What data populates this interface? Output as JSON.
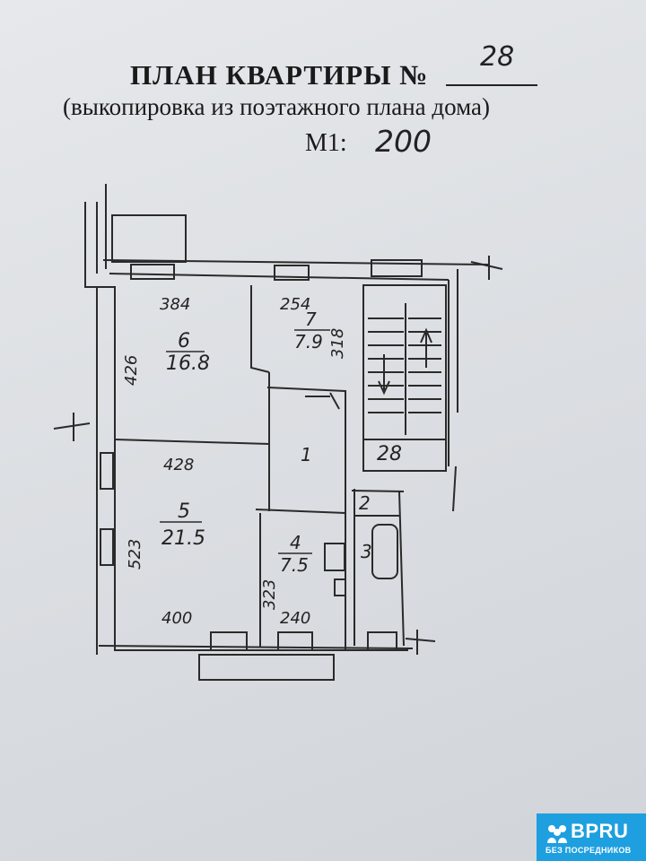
{
  "header": {
    "title": "ПЛАН КВАРТИРЫ №",
    "apartment_number": "28",
    "subtitle": "(выкопировка из поэтажного плана дома)",
    "scale_label": "М1:",
    "scale_value": "200"
  },
  "plan": {
    "rooms": [
      {
        "number": "6",
        "area": "16.8"
      },
      {
        "number": "7",
        "area": "7.9"
      },
      {
        "number": "5",
        "area": "21.5"
      },
      {
        "number": "4",
        "area": "7.5"
      },
      {
        "number": "1",
        "area": ""
      },
      {
        "number": "2",
        "area": ""
      },
      {
        "number": "3",
        "area": ""
      }
    ],
    "dimensions": {
      "room6_width": "384",
      "room6_height": "426",
      "room7_width": "254",
      "room7_height": "318",
      "room5_top": "428",
      "room5_height": "523",
      "room5_bottom": "400",
      "room4_height": "323",
      "room4_bottom": "240"
    },
    "stair_label": "28"
  },
  "watermark": {
    "brand": "BPRU",
    "tagline": "БЕЗ ПОСРЕДНИКОВ"
  }
}
